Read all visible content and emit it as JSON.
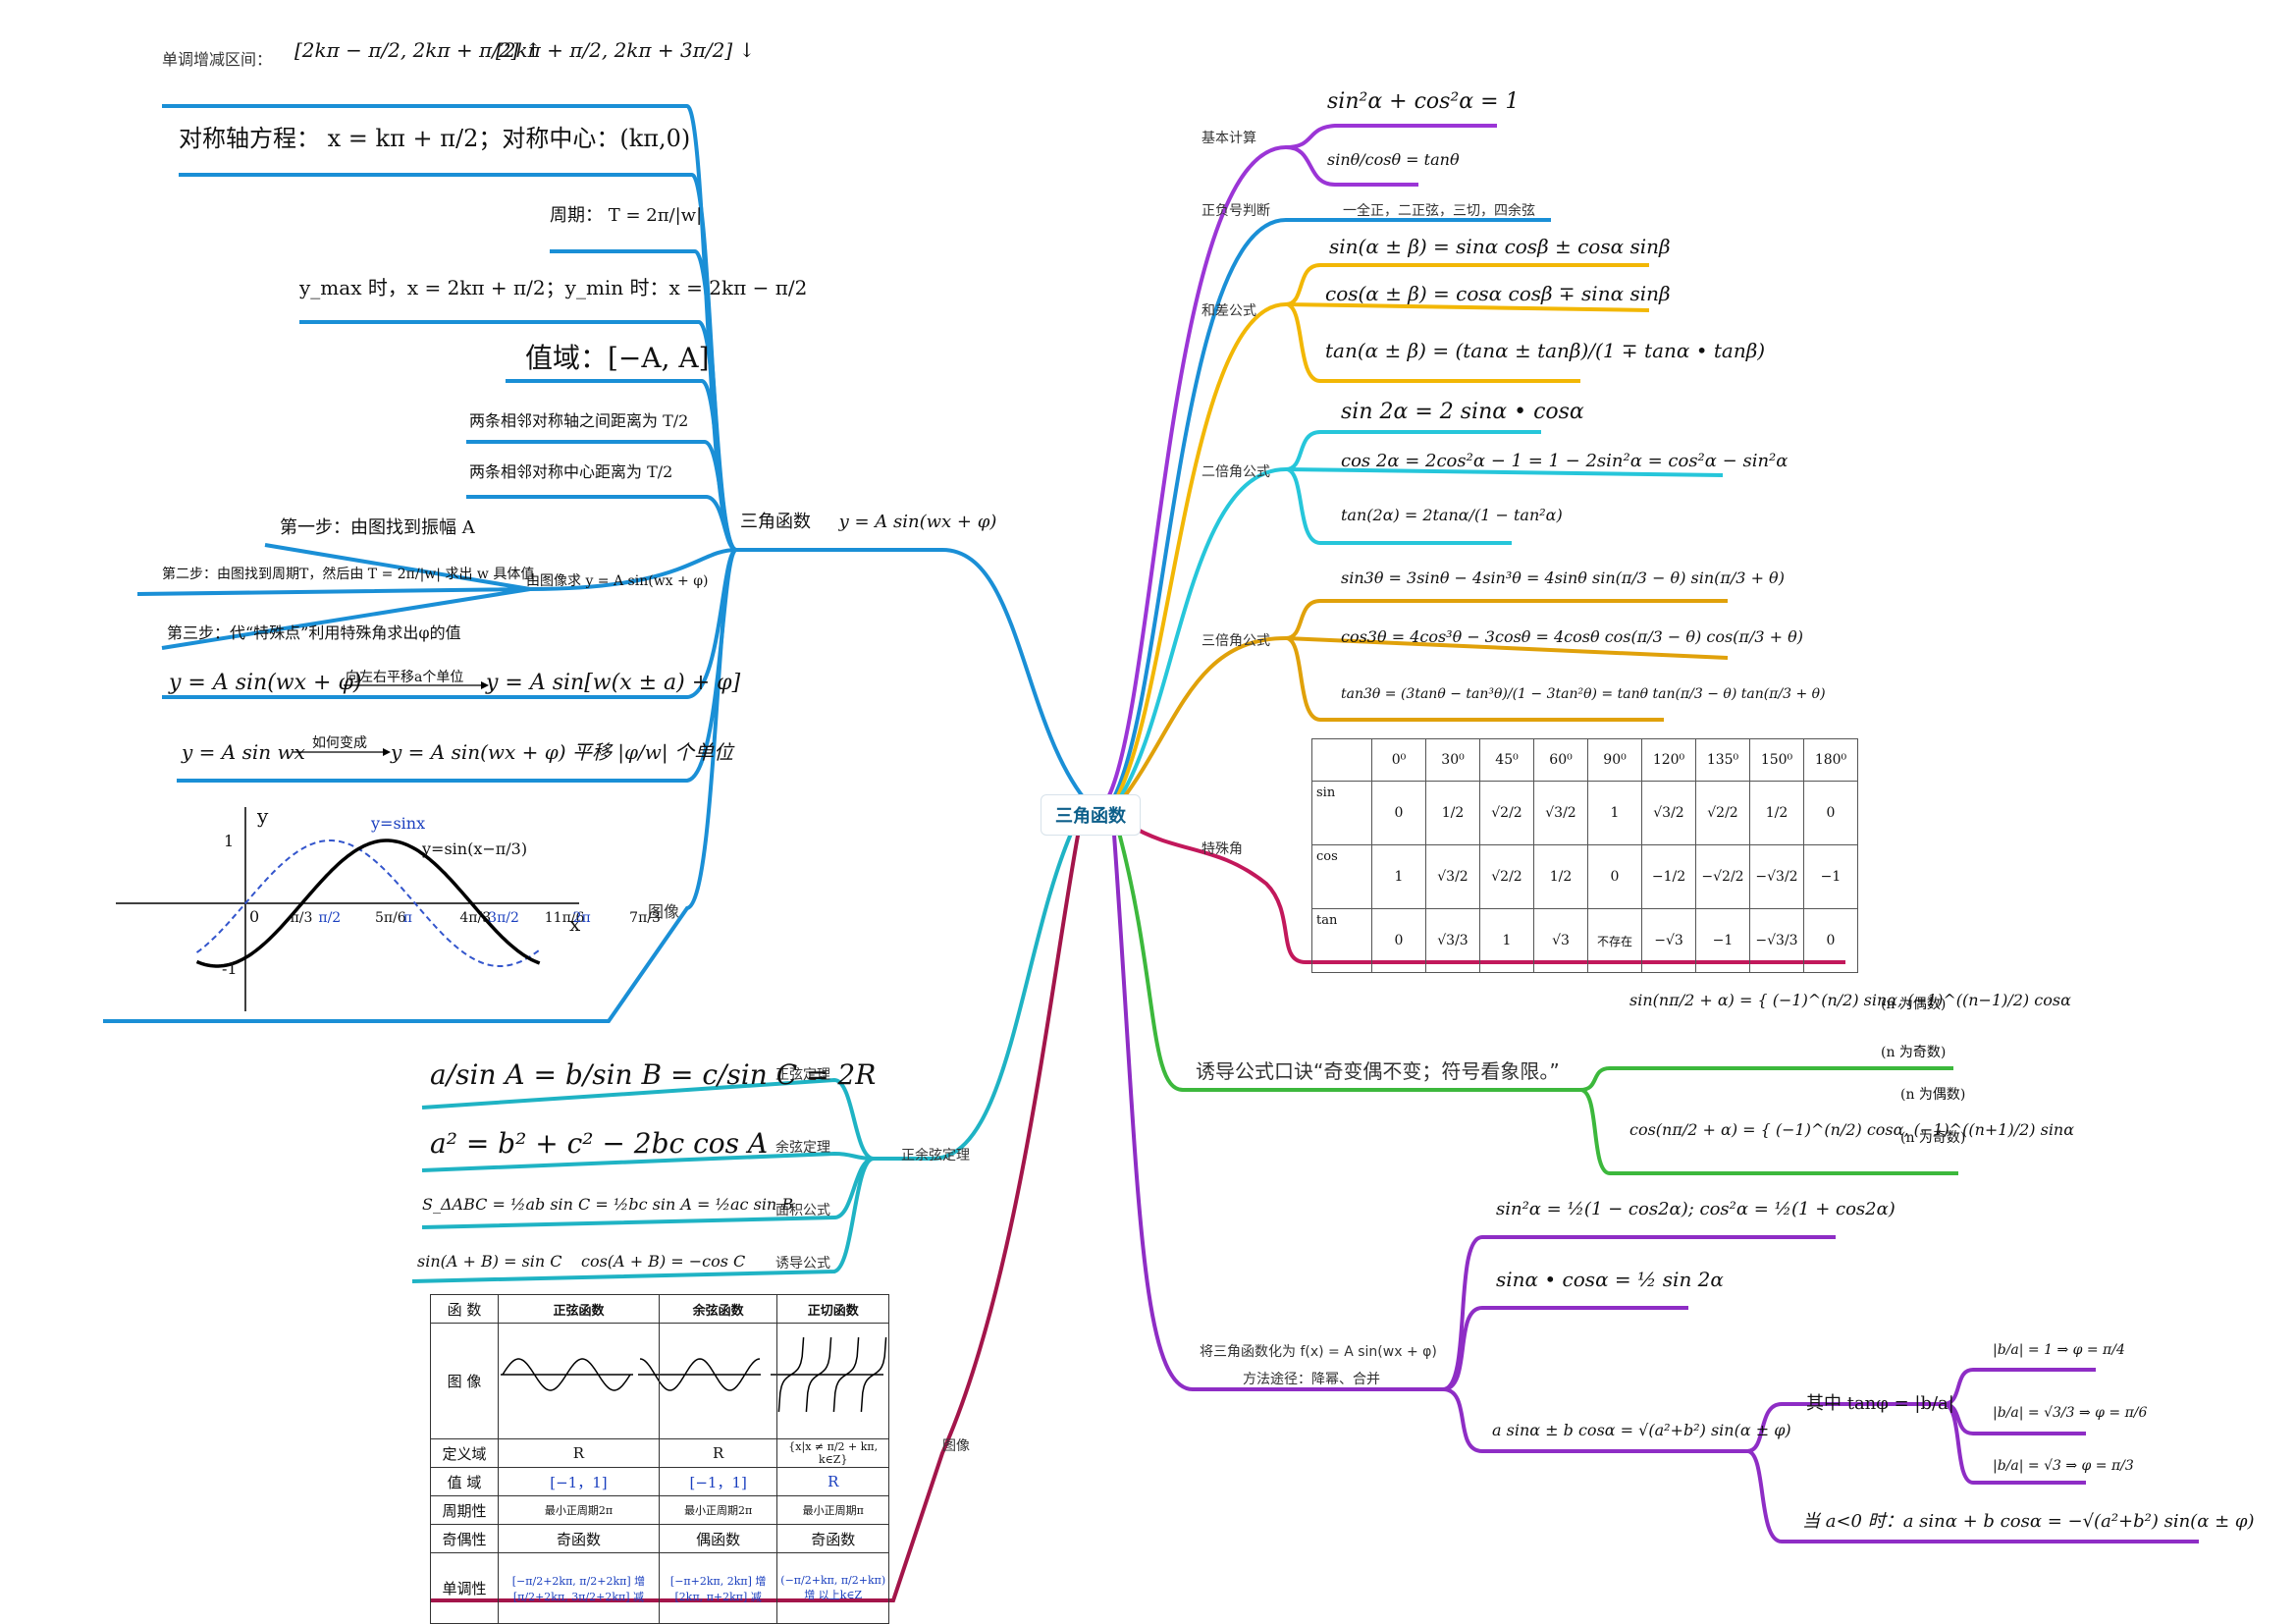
{
  "center": "三角函数",
  "left_top": {
    "branch_label": "三角函数",
    "branch_formula": "y = A sin(wx + φ)",
    "monotonic": "单调增减区间：",
    "monotonic_up": "[2kπ − π/2, 2kπ + π/2] ↑",
    "monotonic_down": "[2kπ + π/2, 2kπ + 3π/2] ↓",
    "axis_eq": "对称轴方程：   x = kπ + π/2；对称中心：(kπ,0)",
    "period": "周期：  T = 2π/|w|",
    "extreme": "y_max 时，x = 2kπ + π/2；y_min 时：x = 2kπ − π/2",
    "range": "值域：[−A, A]",
    "dist_axis": "两条相邻对称轴之间距离为 T/2",
    "dist_center": "两条相邻对称中心距离为 T/2",
    "from_graph": "由图像求 y = A sin(wx + φ)",
    "step1": "第一步：由图找到振幅 A",
    "step2": "第二步：由图找到周期T，然后由 T = 2π/|w| 求出 w 具体值",
    "step3": "第三步：代“特殊点”利用特殊角求出φ的值",
    "shift_from": "y = A sin(wx + φ)",
    "shift_arrow": "向左右平移a个单位",
    "shift_to": "y = A sin[w(x ± a) + φ]",
    "trans_from": "y = A sin wx",
    "trans_arrow": "如何变成",
    "trans_to": "y = A sin(wx + φ)  平移 |φ/w| 个单位",
    "graph_label": "图像"
  },
  "graph": {
    "y": "y",
    "x": "x",
    "one": "1",
    "neg_one": "-1",
    "zero": "0",
    "sinx": "y=sinx",
    "shifted": "y=sin(x−π/3)",
    "ticks": [
      "π/3",
      "π/2",
      "5π/6",
      "π",
      "4π/3",
      "3π/2",
      "11π/6",
      "2π",
      "7π/3"
    ]
  },
  "law": {
    "branch": "正余弦定理",
    "sine_label": "正弦定理",
    "sine": "a/sin A = b/sin B = c/sin C = 2R",
    "cos_label": "余弦定理",
    "cos": "a² = b² + c² − 2bc cos A",
    "area_label": "面积公式",
    "area": "S_ΔABC = ½ab sin C = ½bc sin A = ½ac sin B",
    "induce_label": "诱导公式",
    "induce1": "sin(A + B) = sin C",
    "induce2": "cos(A + B) = −cos C"
  },
  "compare": {
    "branch": "图像",
    "header": [
      "函  数",
      "正弦函数",
      "余弦函数",
      "正切函数"
    ],
    "rows": [
      {
        "h": "图  像",
        "c": [
          "",
          "",
          ""
        ]
      },
      {
        "h": "定义域",
        "c": [
          "R",
          "R",
          "{x|x ≠ π/2 + kπ, k∈Z}"
        ]
      },
      {
        "h": "值  域",
        "c": [
          "[−1，1]",
          "[−1，1]",
          "R"
        ]
      },
      {
        "h": "周期性",
        "c": [
          "最小正周期2π",
          "最小正周期2π",
          "最小正周期π"
        ]
      },
      {
        "h": "奇偶性",
        "c": [
          "奇函数",
          "偶函数",
          "奇函数"
        ]
      },
      {
        "h": "单调性",
        "c": [
          "[−π/2+2kπ, π/2+2kπ] 增  [π/2+2kπ, 3π/2+2kπ] 减",
          "[−π+2kπ, 2kπ] 增  [2kπ, π+2kπ] 减",
          "(−π/2+kπ, π/2+kπ) 增  以上k∈Z"
        ]
      }
    ]
  },
  "right": {
    "basic_label": "基本计算",
    "basic1": "sin²α + cos²α = 1",
    "basic2": "sinθ/cosθ = tanθ",
    "sign_label": "正负号判断",
    "sign": "一全正，二正弦，三切，四余弦",
    "sum_label": "和差公式",
    "sum1": "sin(α ± β) = sinα cosβ ± cosα sinβ",
    "sum2": "cos(α ± β) = cosα cosβ ∓ sinα sinβ",
    "sum3": "tan(α ± β) = (tanα ± tanβ)/(1 ∓ tanα • tanβ)",
    "double_label": "二倍角公式",
    "double1": "sin 2α = 2 sinα • cosα",
    "double2": "cos 2α = 2cos²α − 1 = 1 − 2sin²α = cos²α − sin²α",
    "double3": "tan(2α) = 2tanα/(1 − tan²α)",
    "triple_label": "三倍角公式",
    "triple1": "sin3θ = 3sinθ − 4sin³θ = 4sinθ sin(π/3 − θ) sin(π/3 + θ)",
    "triple2": "cos3θ = 4cos³θ − 3cosθ = 4cosθ cos(π/3 − θ) cos(π/3 + θ)",
    "triple3": "tan3θ = (3tanθ − tan³θ)/(1 − 3tan²θ) = tanθ tan(π/3 − θ) tan(π/3 + θ)",
    "special_label": "特殊角",
    "induce_label": "诱导公式口诀“奇变偶不变；符号看象限。”",
    "induce_sin": "sin(nπ/2 + α) = { (−1)^(n/2) sinα,  (−1)^((n−1)/2) cosα",
    "induce_cos": "cos(nπ/2 + α) = { (−1)^(n/2) cosα,  (−1)^((n+1)/2) sinα",
    "even": "(n 为偶数)",
    "odd": "(n 为奇数)",
    "reduce1": "sin²α = ½(1 − cos2α); cos²α = ½(1 + cos2α)",
    "reduce2": "sinα • cosα = ½ sin 2α",
    "reduce_label": "将三角函数化为 f(x) = A sin(wx + φ)",
    "reduce_method": "方法途径：降幂、合并",
    "aux": "a sinα ± b cosα = √(a²+b²) sin(α ± φ)",
    "aux_tan": "其中 tanφ = |b/a|",
    "aux_c1": "|b/a| = 1 ⇒ φ = π/4",
    "aux_c2": "|b/a| = √3/3 ⇒ φ = π/6",
    "aux_c3": "|b/a| = √3 ⇒ φ = π/3",
    "aux_neg": "当 a<0 时：a sinα + b cosα = −√(a²+b²) sin(α ± φ)"
  },
  "special_table": {
    "header": [
      "",
      "0⁰",
      "30⁰",
      "45⁰",
      "60⁰",
      "90⁰",
      "120⁰",
      "135⁰",
      "150⁰",
      "180⁰"
    ],
    "rows": [
      [
        "sin",
        "0",
        "1/2",
        "√2/2",
        "√3/2",
        "1",
        "√3/2",
        "√2/2",
        "1/2",
        "0"
      ],
      [
        "cos",
        "1",
        "√3/2",
        "√2/2",
        "1/2",
        "0",
        "−1/2",
        "−√2/2",
        "−√3/2",
        "−1"
      ],
      [
        "tan",
        "0",
        "√3/3",
        "1",
        "√3",
        "不存在",
        "−√3",
        "−1",
        "−√3/3",
        "0"
      ]
    ]
  },
  "colors": {
    "blue": "#1a8fd6",
    "purple": "#9b35d6",
    "orange": "#f2b705",
    "cyan": "#26c6da",
    "gold": "#e0a10a",
    "crimson": "#c2185b",
    "green": "#3cb83c",
    "violet": "#8e2dc5",
    "teal": "#1fb3c4",
    "maroon": "#a3154a"
  }
}
